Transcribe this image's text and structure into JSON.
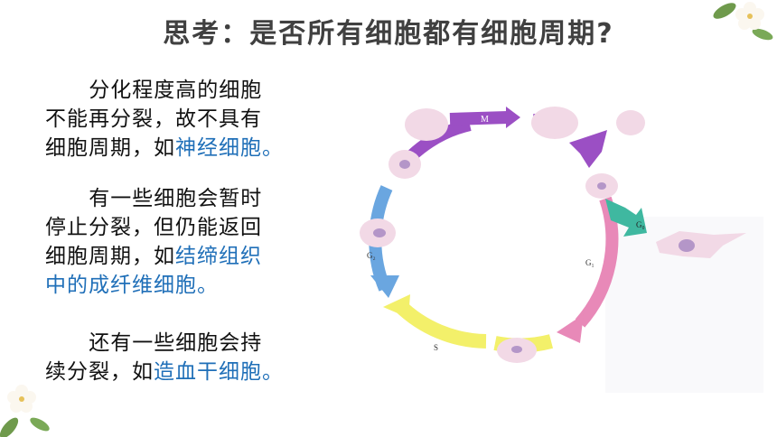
{
  "slide": {
    "title": "思考：是否所有细胞都有细胞周期?",
    "paragraphs": [
      {
        "lines": [
          "分化程度高的细胞",
          "不能再分裂，故不具有",
          "细胞周期，如"
        ],
        "highlight": "神经细胞",
        "tail": "。"
      },
      {
        "lines": [
          "有一些细胞会暂时",
          "停止分裂，但仍能返回",
          "细胞周期，如"
        ],
        "highlight": "结缔组织",
        "highlight2": "中的成纤维细胞",
        "tail": "。"
      },
      {
        "lines": [
          "还有一些细胞会持",
          "续分裂，如"
        ],
        "highlight": "造血干细胞",
        "tail": "。"
      }
    ]
  },
  "diagram": {
    "phase_labels": {
      "m": "M",
      "g1": "G₁",
      "s": "S",
      "g2": "G₂",
      "g0": "G₀"
    },
    "colors": {
      "m": "#9b4fc4",
      "g1": "#e889b8",
      "s": "#f3f06a",
      "g2": "#6aa6e0",
      "g0": "#3fb8a0",
      "cell": "#f2d9e6"
    }
  }
}
